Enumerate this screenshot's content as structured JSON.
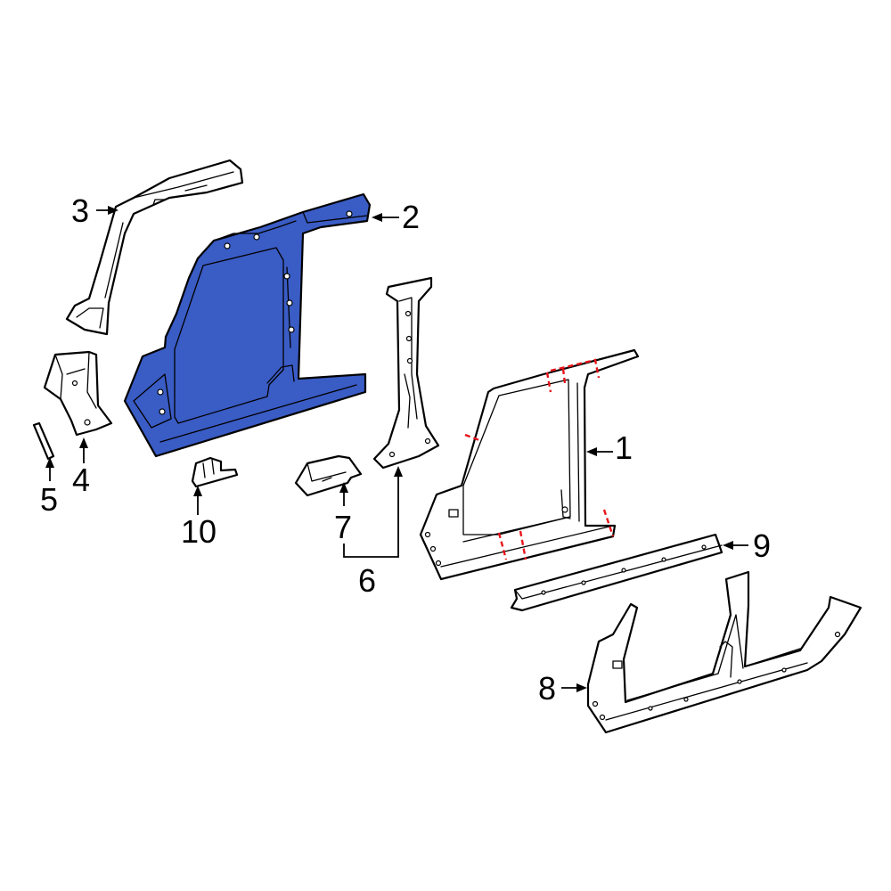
{
  "colors": {
    "highlight_fill": "#3a5cc5",
    "outline": "#000000",
    "cut_line": "#e8141b",
    "background": "#ffffff"
  },
  "highlighted_part": "2",
  "callouts": [
    {
      "id": "1",
      "label": "1"
    },
    {
      "id": "2",
      "label": "2"
    },
    {
      "id": "3",
      "label": "3"
    },
    {
      "id": "4",
      "label": "4"
    },
    {
      "id": "5",
      "label": "5"
    },
    {
      "id": "6",
      "label": "6"
    },
    {
      "id": "7",
      "label": "7"
    },
    {
      "id": "8",
      "label": "8"
    },
    {
      "id": "9",
      "label": "9"
    },
    {
      "id": "10",
      "label": "10"
    }
  ]
}
